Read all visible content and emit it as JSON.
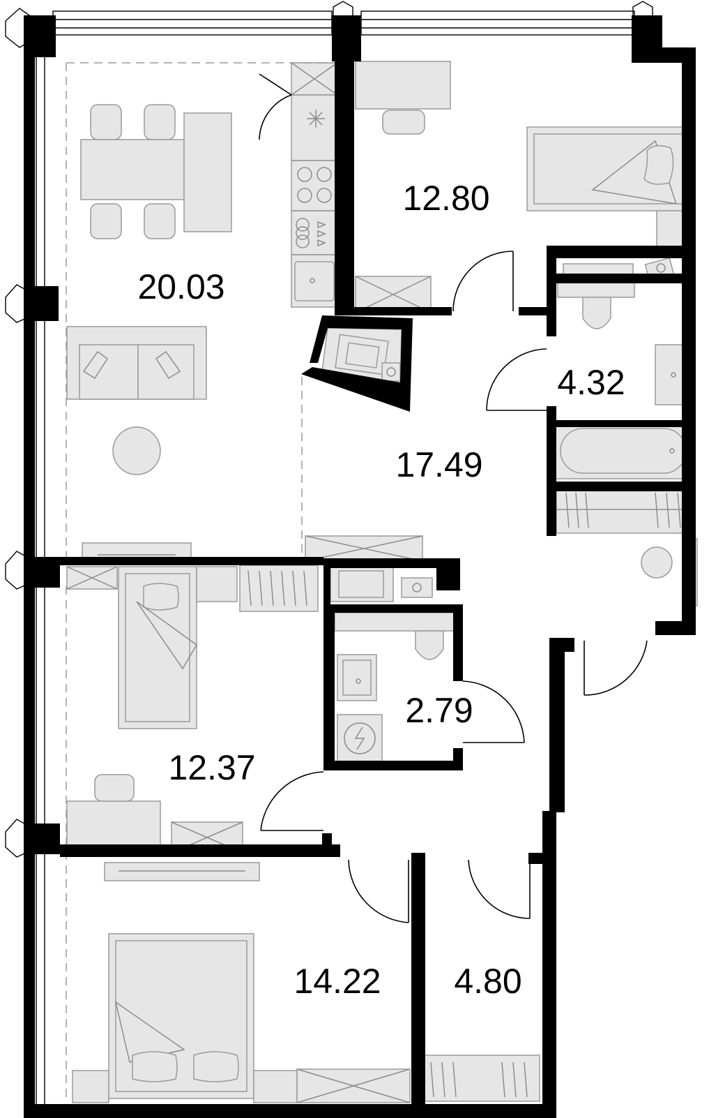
{
  "plan": {
    "rooms": [
      {
        "id": "living-kitchen",
        "area": "20.03"
      },
      {
        "id": "bedroom-top",
        "area": "12.80"
      },
      {
        "id": "bathroom",
        "area": "4.32"
      },
      {
        "id": "hallway",
        "area": "17.49"
      },
      {
        "id": "bedroom-middle",
        "area": "12.37"
      },
      {
        "id": "wc",
        "area": "2.79"
      },
      {
        "id": "bedroom-bottom",
        "area": "14.22"
      },
      {
        "id": "storage",
        "area": "4.80"
      }
    ],
    "colors": {
      "wall": "#000000",
      "furniture": "#e6e6e6",
      "furniture_stroke": "#9a9a9a",
      "background": "#ffffff"
    }
  }
}
